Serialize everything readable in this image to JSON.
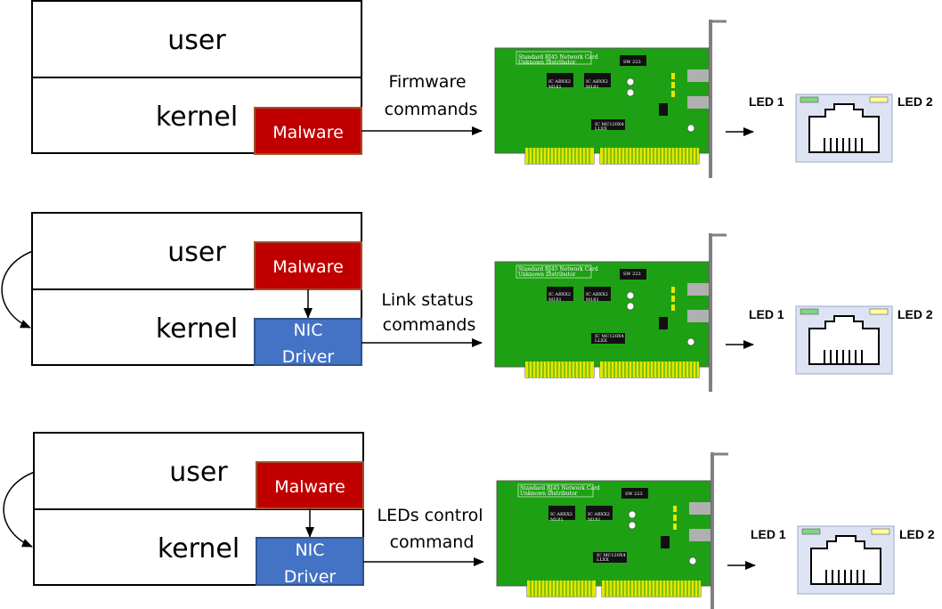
{
  "rows": [
    {
      "user_label": "user",
      "kernel_label": "kernel",
      "malware_label": "Malware",
      "driver_label": "",
      "command_lines": [
        "Firmware",
        "commands"
      ]
    },
    {
      "user_label": "user",
      "kernel_label": "kernel",
      "malware_label": "Malware",
      "driver_label_1": "NIC",
      "driver_label_2": "Driver",
      "command_lines": [
        "Link status",
        "commands"
      ]
    },
    {
      "user_label": "user",
      "kernel_label": "kernel",
      "malware_label": "Malware",
      "driver_label_1": "NIC",
      "driver_label_2": "Driver",
      "command_lines": [
        "LEDs control",
        "command"
      ]
    }
  ],
  "card": {
    "title_line_1": "Standard RJ45 Network Card",
    "title_line_2": "Unknown Distributor",
    "switch_label": "SW 223",
    "chip_a_1": "IC ABXX2",
    "chip_a_2": "M181",
    "chip_b_1": "IC ABXX2",
    "chip_b_2": "M181",
    "chip_c_1": "IC MC120X4",
    "chip_c_2": "LLXX"
  },
  "port": {
    "led1_label": "LED 1",
    "led2_label": "LED 2"
  },
  "colors": {
    "malware": "#c00000",
    "malware_border": "#a0522d",
    "driver": "#4472c4",
    "driver_border": "#2f528f",
    "pcb": "#1ea014",
    "gold": "#e6e600",
    "led1": "#7fd67f",
    "led2": "#ffff99",
    "port_bg": "#dde3f3"
  }
}
